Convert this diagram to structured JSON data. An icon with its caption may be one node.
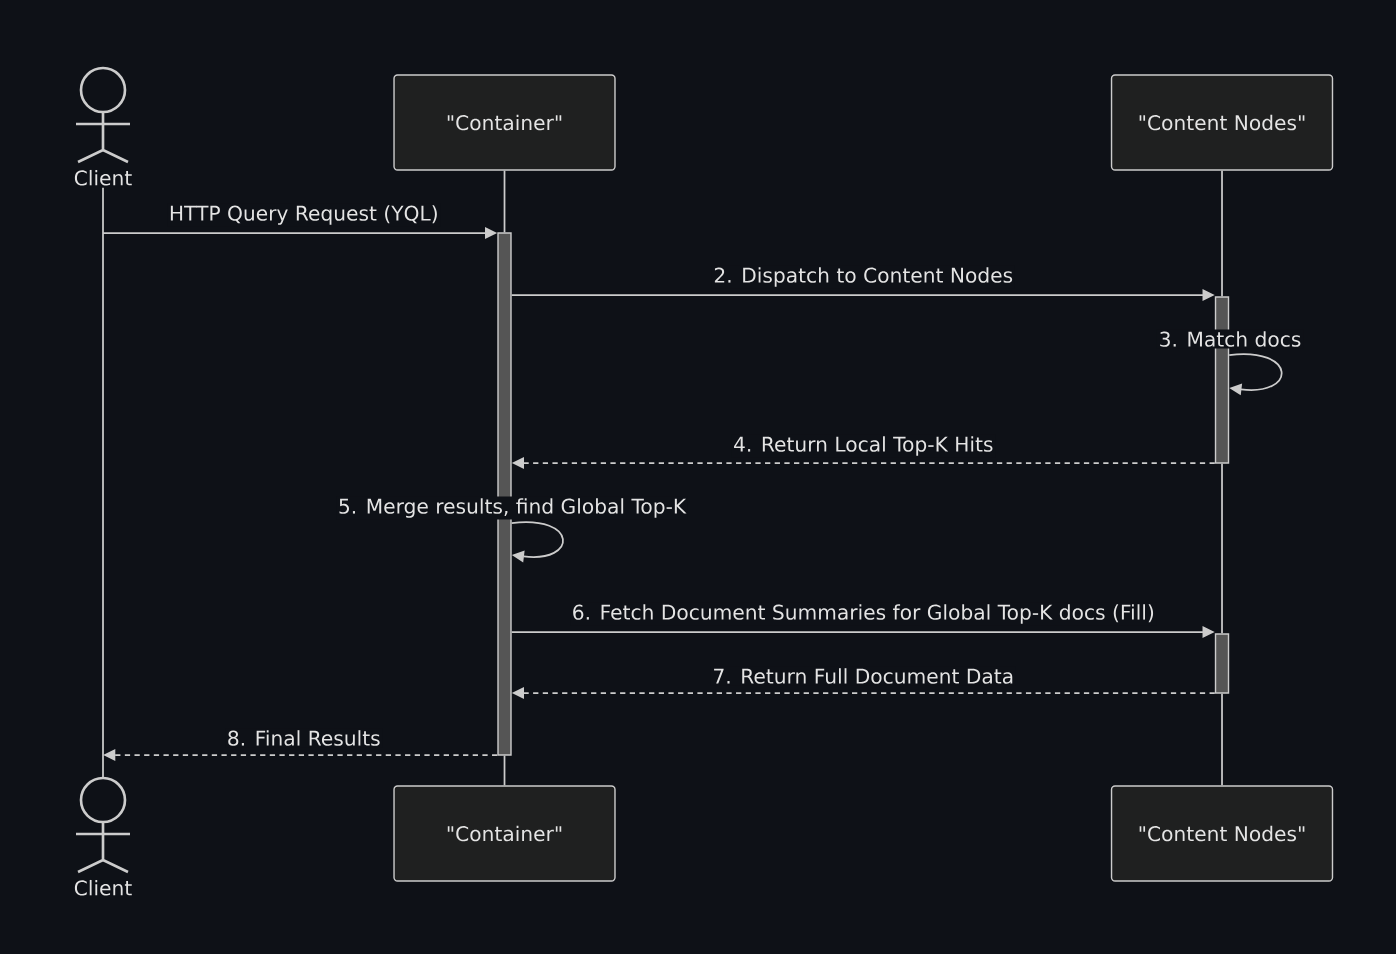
{
  "diagram": {
    "nodes": [
      {
        "text": [
          "Client"
        ]
      },
      {
        "text": [
          "\"Container\""
        ]
      },
      {
        "text": [
          "\"Content Nodes\""
        ]
      },
      {
        "text": [
          "Client"
        ]
      },
      {
        "text": [
          "\"Container\""
        ]
      },
      {
        "text": [
          "\"Content Nodes\""
        ]
      },
      {
        "text": [],
        "shape": "bar"
      },
      {
        "text": [],
        "shape": "bar"
      },
      {
        "text": [],
        "shape": "bar"
      }
    ],
    "edges": [
      {
        "from": 0,
        "to": 3,
        "arrow": "none"
      },
      {
        "from": 1,
        "to": 6,
        "arrow": "none"
      },
      {
        "from": 6,
        "to": 4,
        "arrow": "none"
      },
      {
        "from": 2,
        "to": 7,
        "arrow": "none"
      },
      {
        "from": 7,
        "to": 8,
        "arrow": "none"
      },
      {
        "from": 8,
        "to": 5,
        "arrow": "none"
      },
      {
        "from": null,
        "to": 6,
        "arrow": "to",
        "label": "HTTP Query Request (YQL)"
      },
      {
        "from": 6,
        "to": 7,
        "arrow": "to",
        "label": "2. Dispatch to Content Nodes"
      },
      {
        "from": 7,
        "to": 7,
        "arrow": "to",
        "label": "3. Match docs"
      },
      {
        "from": 7,
        "to": 6,
        "arrow": "to",
        "label": "4. Return Local Top-K Hits",
        "style": "dashed"
      },
      {
        "from": 6,
        "to": 6,
        "arrow": "to",
        "label": "5. Merge results, find Global Top-K"
      },
      {
        "from": 6,
        "to": 8,
        "arrow": "to",
        "label": "6. Fetch Document Summaries for Global Top-K docs (Fill)"
      },
      {
        "from": 8,
        "to": 6,
        "arrow": "to",
        "label": "7. Return Full Document Data",
        "style": "dashed"
      },
      {
        "from": 6,
        "to": null,
        "arrow": "to",
        "label": "8. Final Results",
        "style": "dashed"
      }
    ]
  }
}
